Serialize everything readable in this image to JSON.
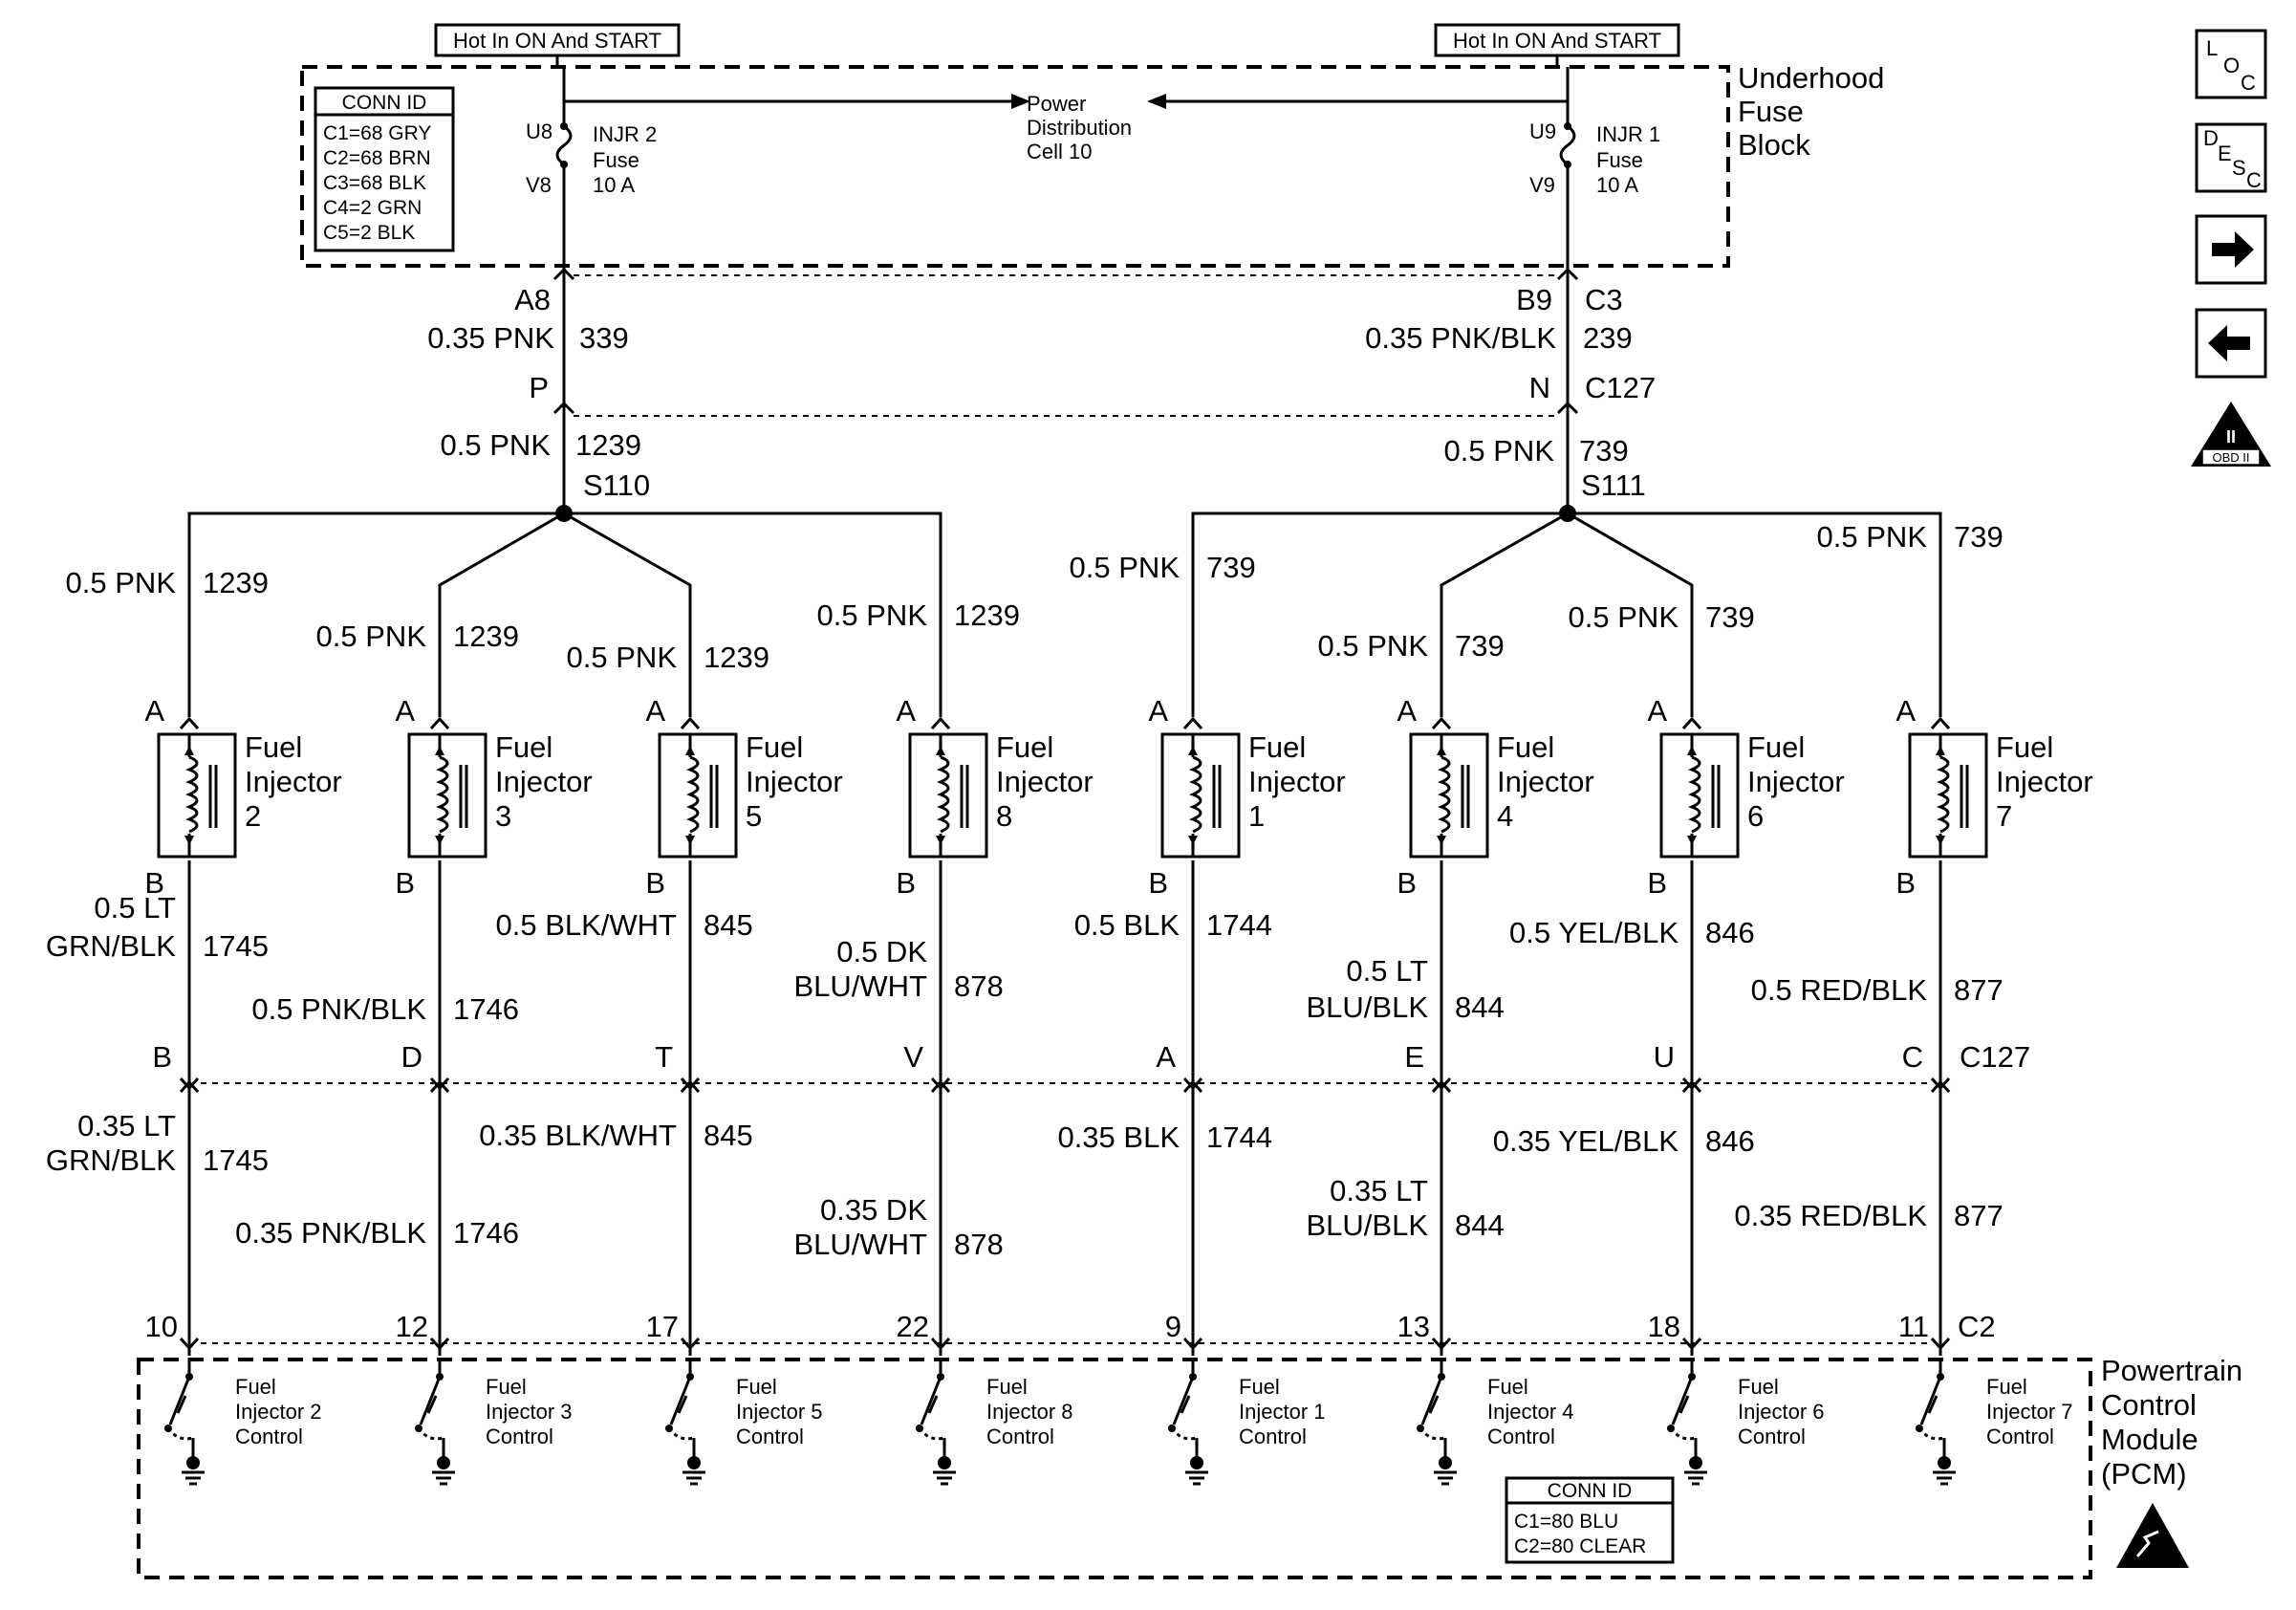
{
  "power": {
    "hot_left": "Hot In ON And START",
    "hot_right": "Hot In ON And START",
    "fuse_block": [
      "Underhood",
      "Fuse",
      "Block"
    ],
    "dist": [
      "Power",
      "Distribution",
      "Cell 10"
    ],
    "conn_id_title": "CONN ID",
    "conn_ids": [
      "C1=68 GRY",
      "C2=68 BRN",
      "C3=68 BLK",
      "C4=2 GRN",
      "C5=2 BLK"
    ],
    "fuse_left": {
      "in": "U8",
      "out": "V8",
      "label": [
        "INJR 2",
        "Fuse",
        "10 A"
      ]
    },
    "fuse_right": {
      "in": "U9",
      "out": "V9",
      "label": [
        "INJR 1",
        "Fuse",
        "10 A"
      ]
    }
  },
  "feed_left": {
    "term": "A8",
    "wire": "0.35 PNK",
    "circuit": "339",
    "conn_term": "P",
    "wire2": "0.5 PNK",
    "circuit2": "1239",
    "splice": "S110"
  },
  "feed_right": {
    "term": "B9",
    "conn": "C3",
    "wire": "0.35 PNK/BLK",
    "circuit": "239",
    "conn_term": "N",
    "conn2": "C127",
    "wire2": "0.5 PNK",
    "circuit2": "739",
    "splice": "S111"
  },
  "injectors": [
    {
      "name": [
        "Fuel",
        "Injector",
        "2"
      ],
      "a": "A",
      "b": "B",
      "feed_wire": [
        "0.5 PNK"
      ],
      "feed_circuit": "1239",
      "out_wire": [
        "0.5 LT",
        "GRN/BLK"
      ],
      "out_circuit": "1745",
      "c127": "B",
      "pcm_wire": [
        "0.35 LT",
        "GRN/BLK"
      ],
      "pcm_circuit": "1745",
      "pin": "10",
      "control": [
        "Fuel",
        "Injector 2",
        "Control"
      ]
    },
    {
      "name": [
        "Fuel",
        "Injector",
        "3"
      ],
      "a": "A",
      "b": "B",
      "feed_wire": [
        "0.5 PNK"
      ],
      "feed_circuit": "1239",
      "out_wire": [
        "0.5 PNK/BLK"
      ],
      "out_circuit": "1746",
      "c127": "D",
      "pcm_wire": [
        "0.35 PNK/BLK"
      ],
      "pcm_circuit": "1746",
      "pin": "12",
      "control": [
        "Fuel",
        "Injector 3",
        "Control"
      ]
    },
    {
      "name": [
        "Fuel",
        "Injector",
        "5"
      ],
      "a": "A",
      "b": "B",
      "feed_wire": [
        "0.5 PNK"
      ],
      "feed_circuit": "1239",
      "out_wire": [
        "0.5 BLK/WHT"
      ],
      "out_circuit": "845",
      "c127": "T",
      "pcm_wire": [
        "0.35 BLK/WHT"
      ],
      "pcm_circuit": "845",
      "pin": "17",
      "control": [
        "Fuel",
        "Injector 5",
        "Control"
      ]
    },
    {
      "name": [
        "Fuel",
        "Injector",
        "8"
      ],
      "a": "A",
      "b": "B",
      "feed_wire": [
        "0.5 PNK"
      ],
      "feed_circuit": "1239",
      "out_wire": [
        "0.5 DK",
        "BLU/WHT"
      ],
      "out_circuit": "878",
      "c127": "V",
      "pcm_wire": [
        "0.35 DK",
        "BLU/WHT"
      ],
      "pcm_circuit": "878",
      "pin": "22",
      "control": [
        "Fuel",
        "Injector 8",
        "Control"
      ]
    },
    {
      "name": [
        "Fuel",
        "Injector",
        "1"
      ],
      "a": "A",
      "b": "B",
      "feed_wire": [
        "0.5 PNK"
      ],
      "feed_circuit": "739",
      "out_wire": [
        "0.5 BLK"
      ],
      "out_circuit": "1744",
      "c127": "A",
      "pcm_wire": [
        "0.35 BLK"
      ],
      "pcm_circuit": "1744",
      "pin": "9",
      "control": [
        "Fuel",
        "Injector 1",
        "Control"
      ]
    },
    {
      "name": [
        "Fuel",
        "Injector",
        "4"
      ],
      "a": "A",
      "b": "B",
      "feed_wire": [
        "0.5 PNK"
      ],
      "feed_circuit": "739",
      "out_wire": [
        "0.5 LT",
        "BLU/BLK"
      ],
      "out_circuit": "844",
      "c127": "E",
      "pcm_wire": [
        "0.35 LT",
        "BLU/BLK"
      ],
      "pcm_circuit": "844",
      "pin": "13",
      "control": [
        "Fuel",
        "Injector 4",
        "Control"
      ]
    },
    {
      "name": [
        "Fuel",
        "Injector",
        "6"
      ],
      "a": "A",
      "b": "B",
      "feed_wire": [
        "0.5 PNK"
      ],
      "feed_circuit": "739",
      "out_wire": [
        "0.5 YEL/BLK"
      ],
      "out_circuit": "846",
      "c127": "U",
      "pcm_wire": [
        "0.35 YEL/BLK"
      ],
      "pcm_circuit": "846",
      "pin": "18",
      "control": [
        "Fuel",
        "Injector 6",
        "Control"
      ]
    },
    {
      "name": [
        "Fuel",
        "Injector",
        "7"
      ],
      "a": "A",
      "b": "B",
      "feed_wire": [
        "0.5 PNK"
      ],
      "feed_circuit": "739",
      "out_wire": [
        "0.5 RED/BLK"
      ],
      "out_circuit": "877",
      "c127": "C",
      "pcm_wire": [
        "0.35 RED/BLK"
      ],
      "pcm_circuit": "877",
      "pin": "11",
      "control": [
        "Fuel",
        "Injector 7",
        "Control"
      ]
    }
  ],
  "c127_label": "C127",
  "c2_label": "C2",
  "pcm": {
    "name": [
      "Powertrain",
      "Control",
      "Module",
      "(PCM)"
    ],
    "conn_id_title": "CONN ID",
    "conn_ids": [
      "C1=80 BLU",
      "C2=80 CLEAR"
    ]
  },
  "nav": {
    "loc": [
      "L",
      "O",
      "C"
    ],
    "desc": [
      "D",
      "E",
      "S",
      "C"
    ],
    "obd": [
      "II",
      "OBD II"
    ]
  }
}
